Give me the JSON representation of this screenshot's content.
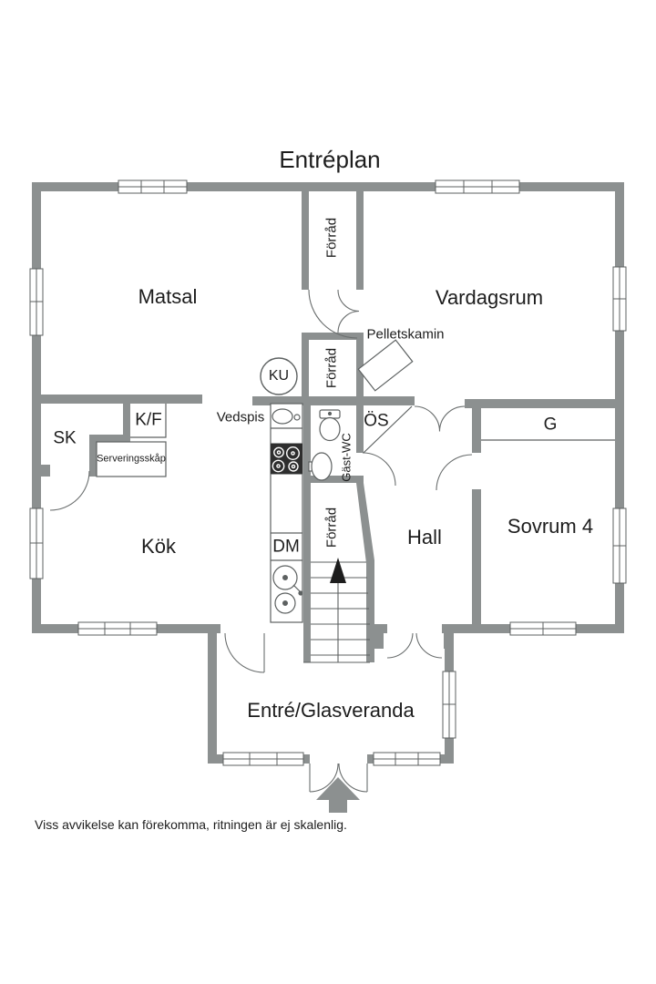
{
  "plan": {
    "title": "Entréplan",
    "footnote": "Viss avvikelse kan förekomma, ritningen är ej skalenlig.",
    "labels": {
      "matsal": "Matsal",
      "vardagsrum": "Vardagsrum",
      "kok": "Kök",
      "hall": "Hall",
      "sovrum4": "Sovrum 4",
      "entre": "Entré/Glasveranda",
      "forrad1": "Förråd",
      "forrad2": "Förråd",
      "forrad3": "Förråd",
      "sk": "SK",
      "kf": "K/F",
      "serveringsskap": "Serveringsskåp",
      "g": "G",
      "os": "ÖS",
      "ku": "KU",
      "vedspis": "Vedspis",
      "pelletskamin": "Pelletskamin",
      "dm": "DM",
      "gastwc": "Gäst-WC"
    },
    "colors": {
      "wall": "#8c9090",
      "line": "#5d6161",
      "text": "#1d1d1d"
    }
  }
}
